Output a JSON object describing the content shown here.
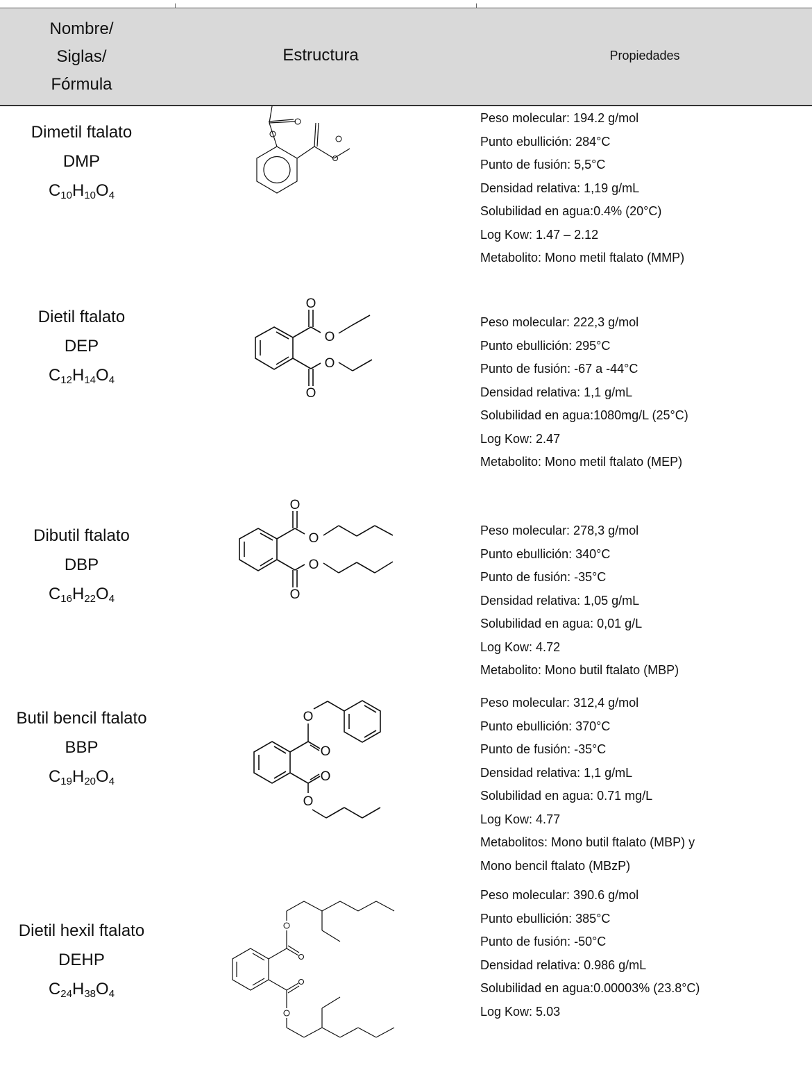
{
  "header": {
    "name_lines": [
      "Nombre/",
      "Siglas/",
      "Fórmula"
    ],
    "structure": "Estructura",
    "properties": "Propiedades"
  },
  "structure_labels": {
    "oxygen": "O"
  },
  "rows": [
    {
      "name": "Dimetil ftalato",
      "abbr": "DMP",
      "formula": [
        {
          "el": "C",
          "n": "10"
        },
        {
          "el": "H",
          "n": "10"
        },
        {
          "el": "O",
          "n": "4"
        }
      ],
      "properties": [
        "Peso molecular: 194.2 g/mol",
        "Punto ebullición: 284°C",
        "Punto de fusión: 5,5°C",
        "Densidad relativa: 1,19 g/mL",
        "Solubilidad en agua:0.4% (20°C)",
        "Log Kow: 1.47 – 2.12",
        "Metabolito: Mono metil ftalato (MMP)"
      ]
    },
    {
      "name": "Dietil ftalato",
      "abbr": "DEP",
      "formula": [
        {
          "el": "C",
          "n": "12"
        },
        {
          "el": "H",
          "n": "14"
        },
        {
          "el": "O",
          "n": "4"
        }
      ],
      "properties": [
        "Peso molecular: 222,3 g/mol",
        "Punto ebullición: 295°C",
        "Punto de fusión: -67 a -44°C",
        "Densidad relativa: 1,1 g/mL",
        "Solubilidad en agua:1080mg/L (25°C)",
        "Log Kow: 2.47",
        "Metabolito: Mono metil ftalato (MEP)"
      ]
    },
    {
      "name": "Dibutil ftalato",
      "abbr": "DBP",
      "formula": [
        {
          "el": "C",
          "n": "16"
        },
        {
          "el": "H",
          "n": "22"
        },
        {
          "el": "O",
          "n": "4"
        }
      ],
      "properties": [
        "Peso molecular: 278,3 g/mol",
        "Punto ebullición: 340°C",
        "Punto de fusión: -35°C",
        "Densidad relativa: 1,05 g/mL",
        "Solubilidad en agua: 0,01 g/L",
        "Log Kow: 4.72",
        "Metabolito: Mono butil ftalato (MBP)"
      ]
    },
    {
      "name": "Butil bencil ftalato",
      "abbr": "BBP",
      "formula": [
        {
          "el": "C",
          "n": "19"
        },
        {
          "el": "H",
          "n": "20"
        },
        {
          "el": "O",
          "n": "4"
        }
      ],
      "properties": [
        "Peso molecular: 312,4 g/mol",
        "Punto ebullición: 370°C",
        "Punto de fusión: -35°C",
        "Densidad relativa: 1,1 g/mL",
        "Solubilidad en agua: 0.71 mg/L",
        "Log Kow: 4.77",
        "Metabolitos: Mono butil ftalato (MBP) y",
        "Mono bencil ftalato (MBzP)"
      ]
    },
    {
      "name": "Dietil hexil ftalato",
      "abbr": "DEHP",
      "formula": [
        {
          "el": "C",
          "n": "24"
        },
        {
          "el": "H",
          "n": "38"
        },
        {
          "el": "O",
          "n": "4"
        }
      ],
      "properties": [
        "Peso molecular: 390.6 g/mol",
        "Punto ebullición: 385°C",
        "Punto de fusión: -50°C",
        "Densidad relativa: 0.986 g/mL",
        "Solubilidad en agua:0.00003% (23.8°C)",
        "Log Kow: 5.03"
      ]
    }
  ]
}
